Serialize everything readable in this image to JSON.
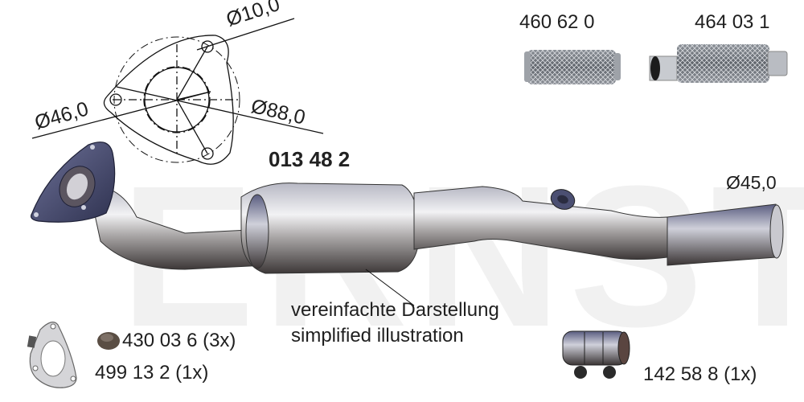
{
  "part": {
    "number": "013 48 2",
    "outlet_diameter": "Ø45,0"
  },
  "flange_drawing": {
    "hole_diameter": "Ø10,0",
    "bore_diameter": "Ø46,0",
    "bolt_circle_diameter": "Ø88,0"
  },
  "note": {
    "german": "vereinfachte Darstellung",
    "english": "simplified illustration"
  },
  "accessories": {
    "flex_pipe_1": "460 62 0",
    "flex_pipe_2": "464 03 1",
    "nut": "430 03 6 (3x)",
    "gasket": "499 13 2 (1x)",
    "clamp": "142 58 8 (1x)"
  },
  "watermark": "ERNST",
  "colors": {
    "pipe_light": "#d9d9dc",
    "pipe_dark": "#3f3a3a",
    "flange_blue": "#4a4f78",
    "mesh": "#7b8086"
  }
}
